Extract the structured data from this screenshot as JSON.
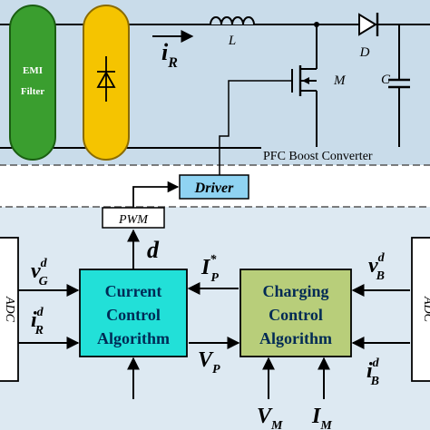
{
  "blocks": {
    "emi": {
      "line1": "EMI",
      "line2": "Filter"
    },
    "pwm": "PWM",
    "driver": "Driver",
    "current_ctrl": {
      "line1": "Current",
      "line2": "Control",
      "line3": "Algorithm"
    },
    "charging_ctrl": {
      "line1": "Charging",
      "line2": "Control",
      "line3": "Algorithm"
    },
    "adc_left": "ADC",
    "adc_right": "ADC",
    "pfc_label": "PFC Boost Converter"
  },
  "components": {
    "inductor": "L",
    "diode": "D",
    "mosfet": "M",
    "capacitor": "C"
  },
  "signals": {
    "i_R_main": "i",
    "i_R_main_sub": "R",
    "d": "d",
    "v_G": "v",
    "v_G_sup": "d",
    "v_G_sub": "G",
    "i_R": "i",
    "i_R_sup": "d",
    "i_R_sub": "R",
    "I_P": "I",
    "I_P_sup": "*",
    "I_P_sub": "P",
    "V_P": "V",
    "V_P_sub": "P",
    "v_B": "v",
    "v_B_sup": "d",
    "v_B_sub": "B",
    "i_B": "i",
    "i_B_sup": "d",
    "i_B_sub": "B",
    "V_M": "V",
    "V_M_sub": "M",
    "I_M": "I",
    "I_M_sub": "M"
  },
  "colors": {
    "top_panel": "#c9dcea",
    "bottom_panel": "#dde9f2",
    "emi_fill": "#3a9e2f",
    "rectifier_fill": "#f5c400",
    "current_block": "#22e0d8",
    "charging_block": "#b8ce7a",
    "driver_fill": "#8fd3f2",
    "wire": "#000000"
  }
}
